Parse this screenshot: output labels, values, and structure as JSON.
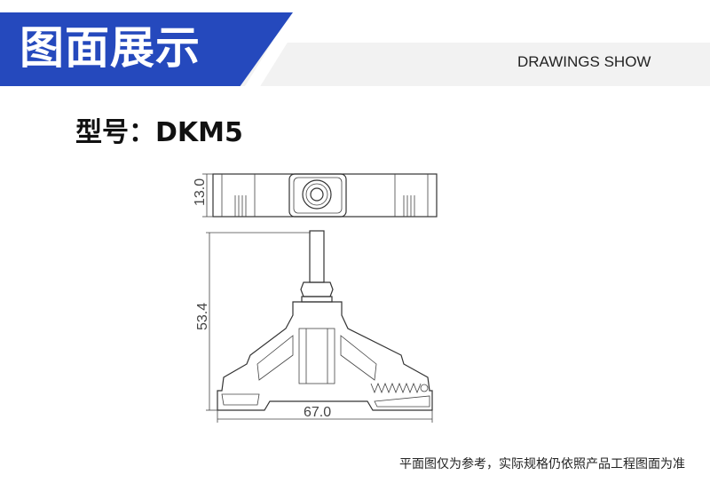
{
  "header": {
    "title": "图面展示",
    "subtitle": "DRAWINGS SHOW"
  },
  "model": {
    "label": "型号：DKM5"
  },
  "drawing": {
    "dimensions": {
      "top_height": "13.0",
      "total_height": "53.4",
      "width": "67.0"
    }
  },
  "footer": {
    "note": "平面图仅为参考，实际规格仍依照产品工程图面为准"
  },
  "colors": {
    "accent": "#2549bd",
    "band": "#f2f2f2"
  }
}
